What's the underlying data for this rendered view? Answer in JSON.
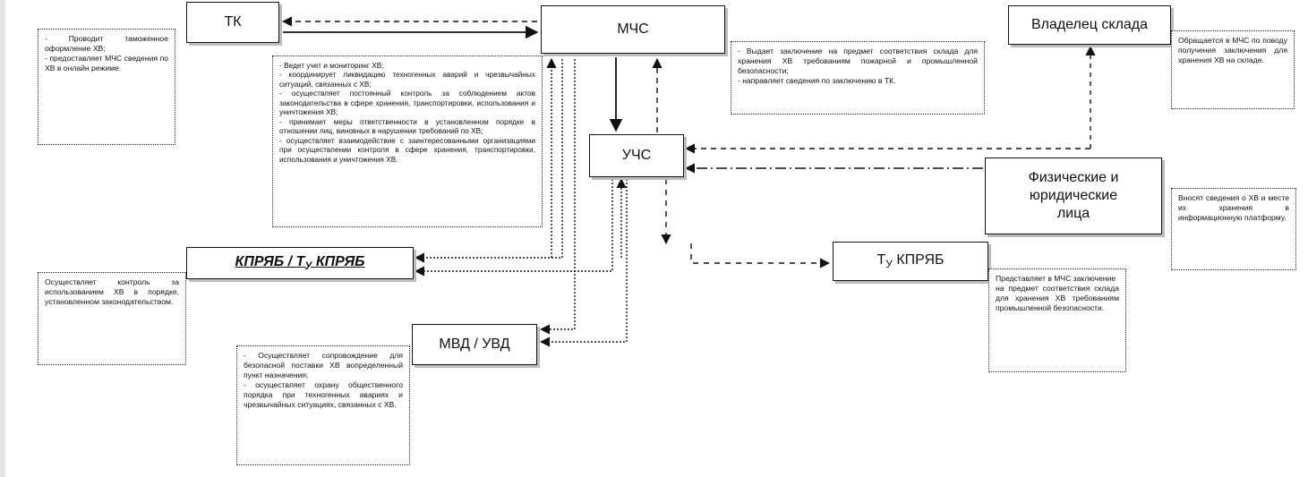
{
  "nodes": {
    "tk": "ТК",
    "mchs": "МЧС",
    "owner": "Владелец склада",
    "uchs": "УЧС",
    "phys": [
      "Физические и",
      "юридические",
      "лица"
    ],
    "kpryab_left": "КПРЯБ / Т",
    "kpryab_left_sub": "У",
    "kpryab_left_tail": " КПРЯБ",
    "mvd": "МВД / УВД",
    "tu_prefix": "Т",
    "tu_sub": "У",
    "tu_tail": " КПРЯБ"
  },
  "notes": {
    "tk": [
      "- Проводит таможенное оформление ХВ;",
      "- предоставляет МЧС сведения по ХВ в онлайн режиме."
    ],
    "mchs_left": [
      "- Ведет учет и мониторинг ХВ;",
      "- координирует ликвидацию техногенных аварий и чрезвычайных ситуаций, связанных с ХВ;",
      "- осуществляет постоянный контроль за соблюдением актов законодательства в сфере хранения, транспортировки, использования и уничтожения ХВ;",
      "- принимает меры ответственности в установленном порядке в отношении лиц, виновных в нарушении требований по ХВ;",
      "- осуществляет взаимодействие с заинтересованными организациями при осуществлении контроля в сфере хранения, транспортировки, использования и уничтожения ХВ."
    ],
    "mchs_right": [
      "- Выдает заключение на предмет соответствия склада для хранения ХВ требованиям пожарной и промышленной безопасности;",
      "- направляет сведения по заключению в ТК."
    ],
    "owner": [
      "Обращается в МЧС по поводу получения заключения для хранения ХВ на складе."
    ],
    "phys": [
      "Вносят сведения о ХВ и месте их хранения в информационную платформу."
    ],
    "kpryab": [
      "Осуществляет контроль за использованием ХВ в порядке, установленном законодательством."
    ],
    "mvd": [
      "- Осуществляет сопровождение для безопасной поставки ХВ вопределенный пункт назначения;",
      "- осуществляет охрану общественного порядка при техногенных авариях и чрезвычайных ситуациях, связанных с ХВ."
    ],
    "tu": [
      "Представляет в МЧС заключение",
      "на предмет соответствия склада для хранения ХВ требованиям промышленной безопасности."
    ]
  }
}
